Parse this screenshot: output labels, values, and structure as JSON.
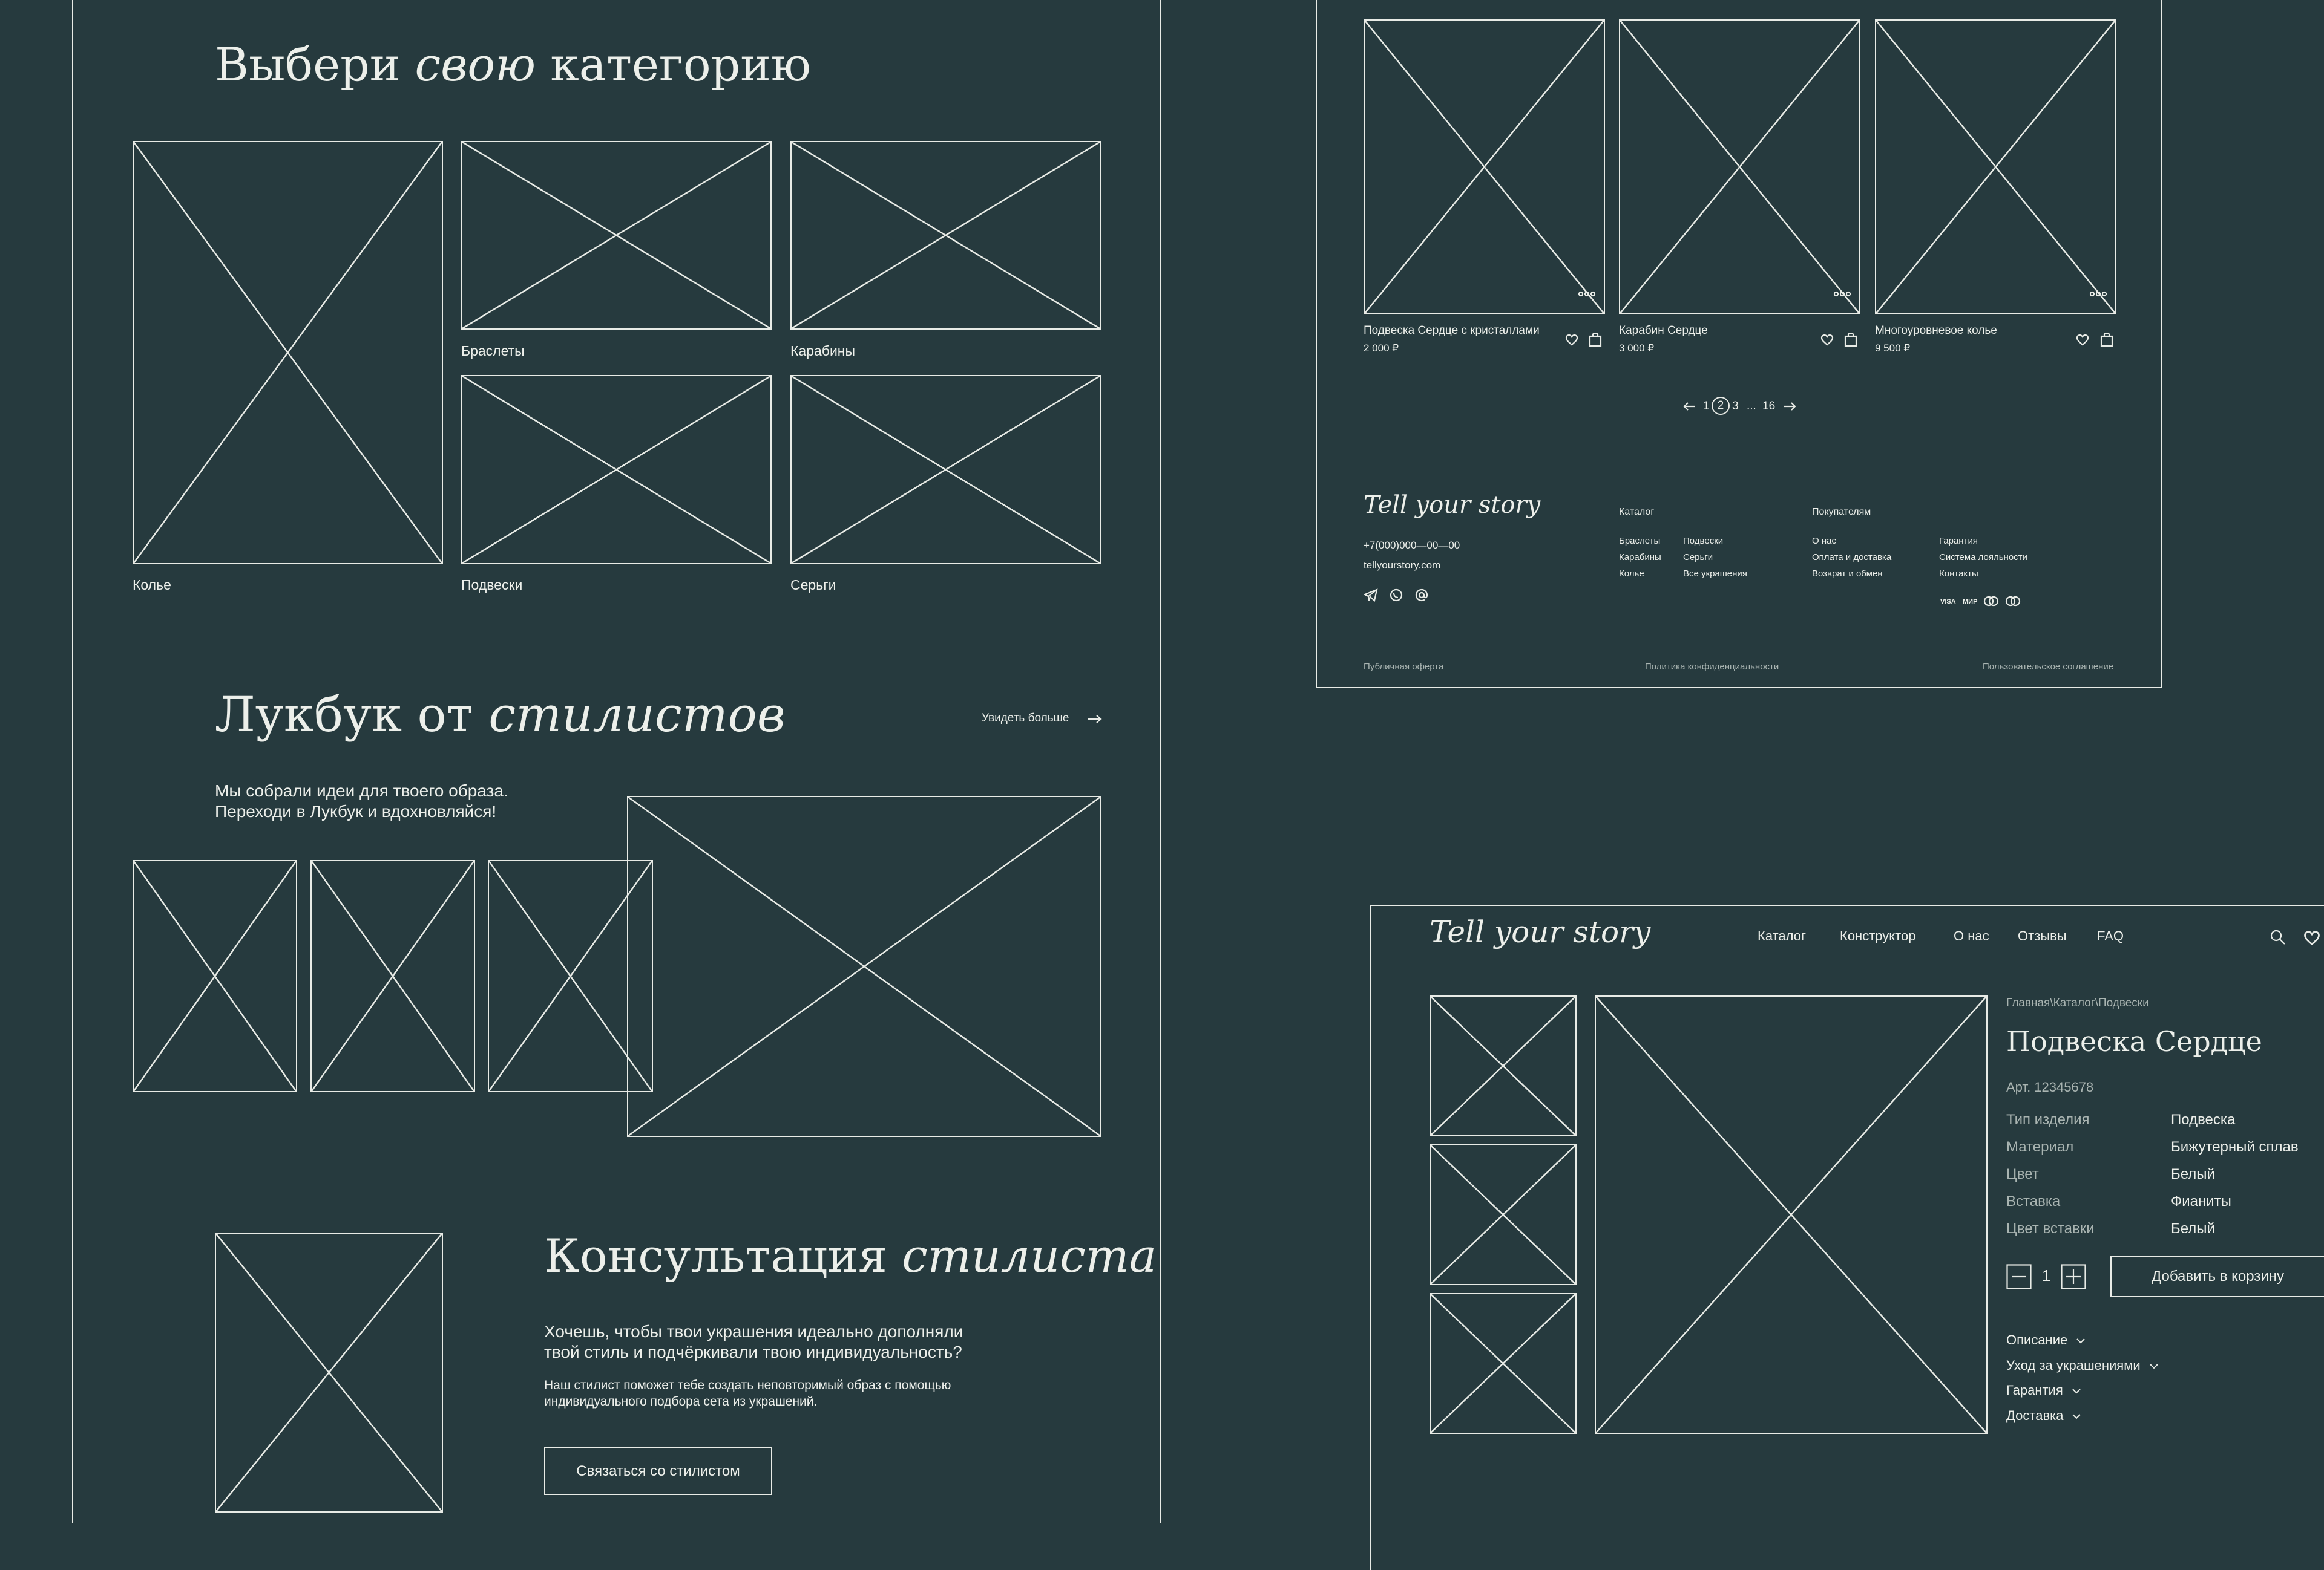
{
  "categories": {
    "title_regular_1": "Выбери",
    "title_accent": "свою",
    "title_regular_2": "категорию",
    "items": [
      {
        "label": "Колье"
      },
      {
        "label": "Браслеты"
      },
      {
        "label": "Карабины"
      },
      {
        "label": "Подвески"
      },
      {
        "label": "Серьги"
      }
    ]
  },
  "lookbook": {
    "title_regular": "Лукбук от",
    "title_accent": "стилистов",
    "see_more": "Увидеть больше",
    "line1": "Мы собрали идеи для твоего образа.",
    "line2": "Переходи в Лукбук и вдохновляйся!"
  },
  "consult": {
    "title_regular": "Консультация",
    "title_accent": "стилиста",
    "lead_line1": "Хочешь, чтобы твои украшения идеально дополняли",
    "lead_line2": "твой стиль и подчёркивали твою индивидуальность?",
    "body_line1": "Наш стилист поможет тебе создать неповторимый образ с помощью",
    "body_line2": "индивидуального подбора сета из украшений.",
    "button": "Связаться со стилистом"
  },
  "products": [
    {
      "name": "Подвеска Сердце с кристаллами",
      "price": "2 000 ₽"
    },
    {
      "name": "Карабин Сердце",
      "price": "3 000 ₽"
    },
    {
      "name": "Многоуровневое колье",
      "price": "9 500 ₽"
    }
  ],
  "pagination": {
    "p1": "1",
    "p2": "2",
    "p3": "3",
    "ellipsis": "...",
    "last": "16"
  },
  "footer": {
    "logo": "Tell your story",
    "phone": "+7(000)000—00—00",
    "site": "tellyourstory.com",
    "catalog_title": "Каталог",
    "catalog_col1": [
      "Браслеты",
      "Карабины",
      "Колье"
    ],
    "catalog_col2": [
      "Подвески",
      "Серьги",
      "Все украшения"
    ],
    "buyers_title": "Покупателям",
    "buyers_col1": [
      "О нас",
      "Оплата и доставка",
      "Возврат и обмен"
    ],
    "buyers_col2": [
      "Гарантия",
      "Система лояльности",
      "Контакты"
    ],
    "payments": [
      "VISA",
      "МИР"
    ],
    "legal": [
      "Публичная оферта",
      "Политика конфиденциальности",
      "Пользовательское соглашение"
    ]
  },
  "product_page": {
    "logo": "Tell your story",
    "nav": [
      "Каталог",
      "Конструктор",
      "О нас",
      "Отзывы",
      "FAQ"
    ],
    "breadcrumb": "Главная\\Каталог\\Подвески",
    "title": "Подвеска Сердце",
    "sku": "Арт. 12345678",
    "specs": [
      {
        "label": "Тип изделия",
        "value": "Подвеска"
      },
      {
        "label": "Материал",
        "value": "Бижутерный сплав"
      },
      {
        "label": "Цвет",
        "value": "Белый"
      },
      {
        "label": "Вставка",
        "value": "Фианиты"
      },
      {
        "label": "Цвет вставки",
        "value": "Белый"
      }
    ],
    "quantity": "1",
    "add_to_cart": "Добавить в корзину",
    "accordions": [
      "Описание",
      "Уход за украшениями",
      "Гарантия",
      "Доставка"
    ]
  }
}
